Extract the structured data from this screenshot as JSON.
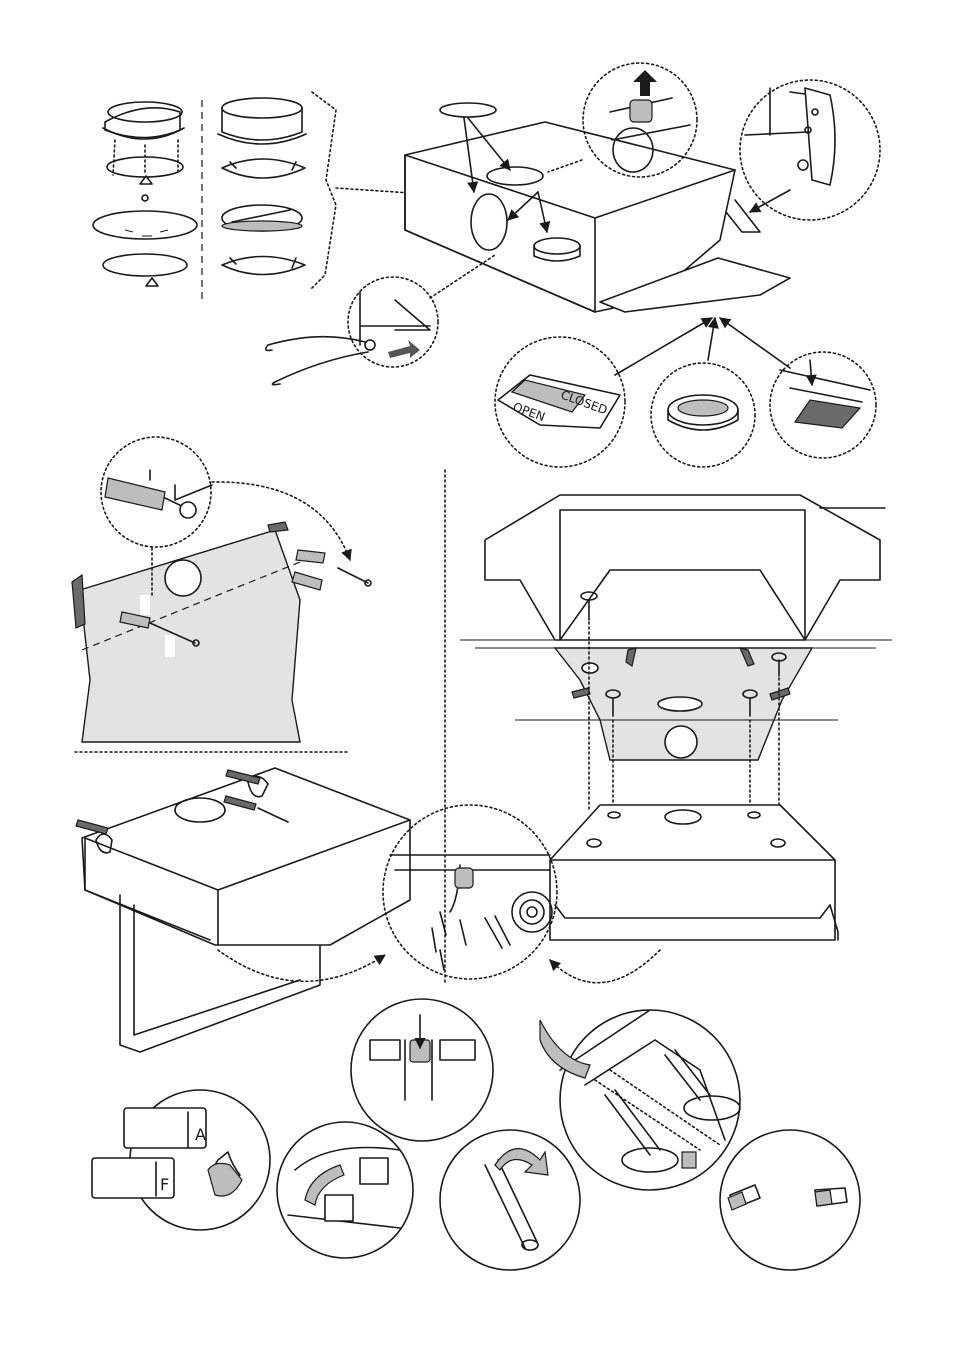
{
  "labels": {
    "open": "OPEN",
    "closed": "CLOSED",
    "setting_a": "A",
    "setting_f": "F"
  }
}
